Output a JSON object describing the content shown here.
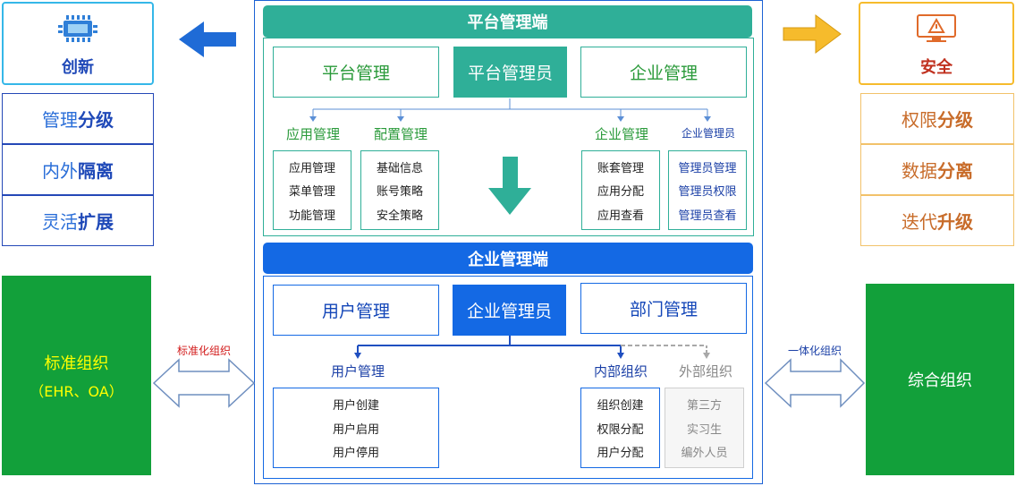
{
  "left": {
    "innovation": "创新",
    "items": [
      {
        "pre": "管理",
        "bold": "分级"
      },
      {
        "pre": "内外",
        "bold": "隔离"
      },
      {
        "pre": "灵活",
        "bold": "扩展"
      }
    ],
    "std_org": {
      "line1": "标准组织",
      "line2": "（EHR、OA）"
    },
    "std_org_arrow_label": "标准化组织"
  },
  "right": {
    "security": "安全",
    "items": [
      {
        "pre": "权限",
        "bold": "分级"
      },
      {
        "pre": "数据",
        "bold": "分离"
      },
      {
        "pre": "迭代",
        "bold": "升级"
      }
    ],
    "integrated_org": "综合组织",
    "integrated_org_arrow_label": "一体化组织"
  },
  "platform": {
    "header": "平台管理端",
    "top_boxes": [
      "平台管理",
      "平台管理员",
      "企业管理"
    ],
    "sub_labels": [
      "应用管理",
      "配置管理",
      "企业管理",
      "企业管理员"
    ],
    "lists": [
      [
        "应用管理",
        "菜单管理",
        "功能管理"
      ],
      [
        "基础信息",
        "账号策略",
        "安全策略"
      ],
      [
        "账套管理",
        "应用分配",
        "应用查看"
      ],
      [
        "管理员管理",
        "管理员权限",
        "管理员查看"
      ]
    ]
  },
  "enterprise": {
    "header": "企业管理端",
    "top_boxes": [
      "用户管理",
      "企业管理员",
      "部门管理"
    ],
    "sub_labels": [
      "用户管理",
      "内部组织",
      "外部组织"
    ],
    "lists": [
      [
        "用户创建",
        "用户启用",
        "用户停用"
      ],
      [
        "组织创建",
        "权限分配",
        "用户分配"
      ],
      [
        "第三方",
        "实习生",
        "编外人员"
      ]
    ]
  },
  "colors": {
    "teal": "#2faf98",
    "blue": "#1469e4",
    "green": "#12a03a",
    "orange": "#f6bb2c",
    "arrow_blue": "#1f6bd6"
  },
  "icons": [
    "chip-icon",
    "monitor-warning-icon"
  ]
}
